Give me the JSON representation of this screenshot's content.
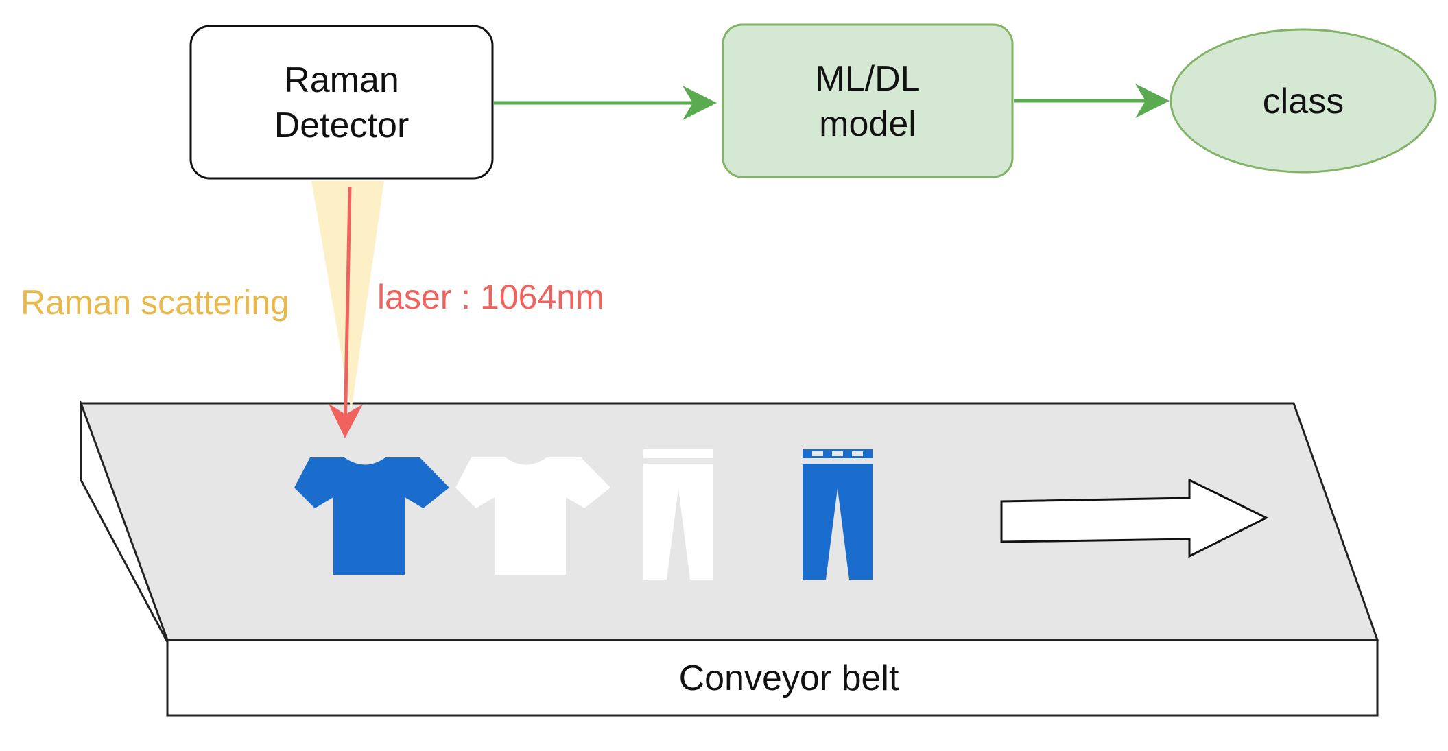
{
  "nodes": {
    "raman_detector": {
      "line1": "Raman",
      "line2": "Detector"
    },
    "ml_model": {
      "line1": "ML/DL",
      "line2": "model"
    },
    "class_node": {
      "label": "class"
    }
  },
  "annotations": {
    "raman_scattering": "Raman scattering",
    "laser": "laser : 1064nm"
  },
  "conveyor": {
    "label": "Conveyor belt"
  },
  "items": [
    {
      "type": "t-shirt",
      "color": "blue"
    },
    {
      "type": "t-shirt",
      "color": "white"
    },
    {
      "type": "pants",
      "color": "white"
    },
    {
      "type": "pants",
      "color": "blue"
    }
  ],
  "colors": {
    "green_fill": "#d5e8d4",
    "green_stroke": "#82b366",
    "green_arrow": "#5aab4f",
    "laser_red": "#f0625d",
    "scatter_yellow": "#e8b84a",
    "scatter_beam": "#fdf0c6",
    "belt_top": "#e6e6e6",
    "clothing_blue": "#1a6dcc",
    "clothing_white": "#ffffff"
  }
}
